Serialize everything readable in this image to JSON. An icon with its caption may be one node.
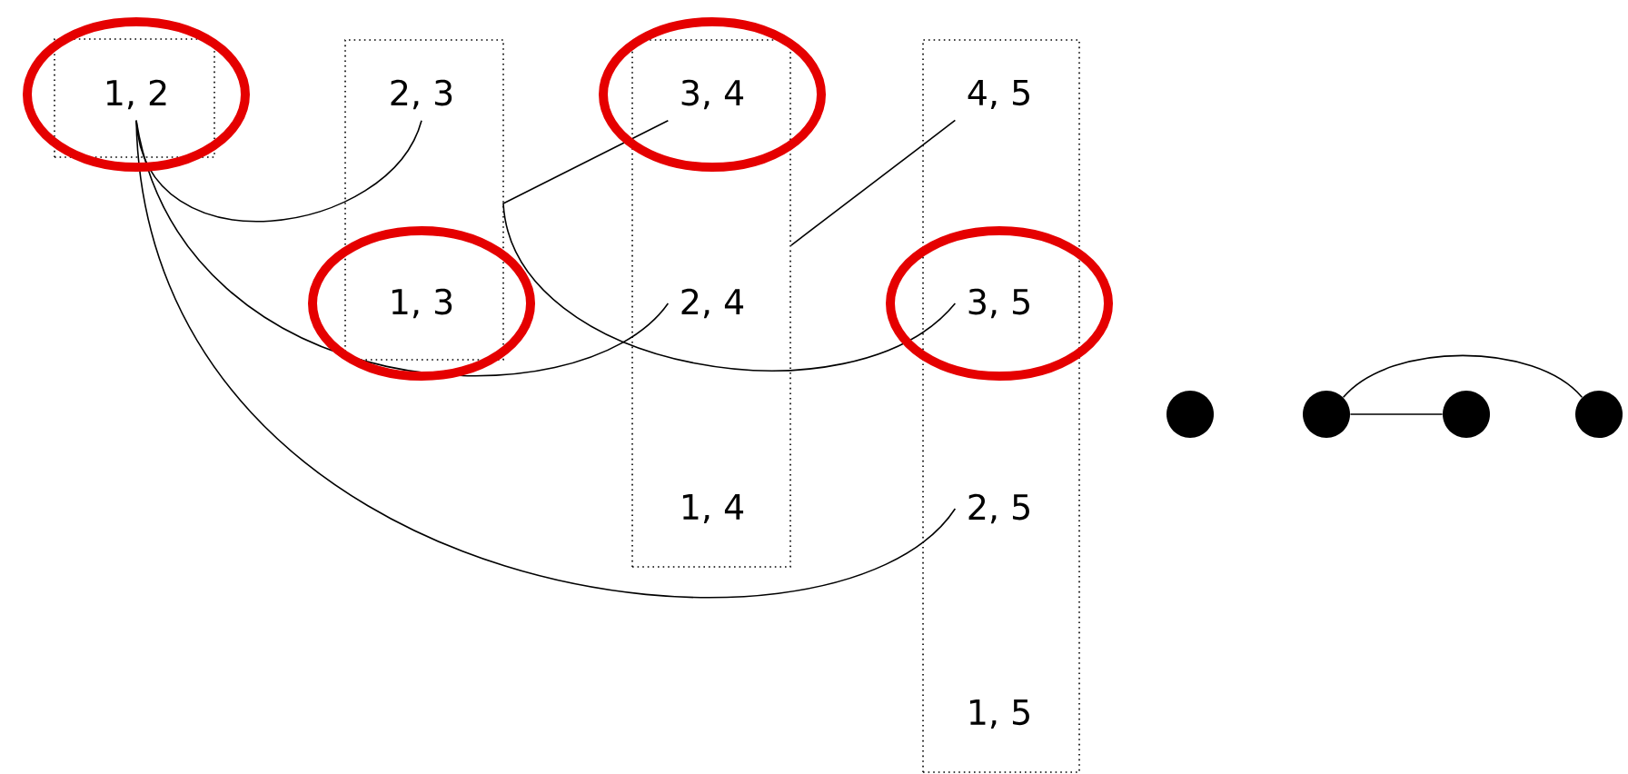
{
  "diagram": {
    "nodes": [
      {
        "text": [],
        "shape": "box"
      },
      {
        "text": [
          "1, 2"
        ],
        "in": 0
      },
      {
        "text": [],
        "shape": "box"
      },
      {
        "text": [
          "2, 3"
        ],
        "in": 2
      },
      {
        "text": [
          "1, 3"
        ],
        "in": 2
      },
      {
        "text": [],
        "shape": "box"
      },
      {
        "text": [
          "3, 4"
        ],
        "in": 5
      },
      {
        "text": [
          "2, 4"
        ],
        "in": 5
      },
      {
        "text": [
          "1, 4"
        ],
        "in": 5
      },
      {
        "text": [],
        "shape": "box"
      },
      {
        "text": [
          "4, 5"
        ],
        "in": 9
      },
      {
        "text": [
          "3, 5"
        ],
        "in": 9
      },
      {
        "text": [
          "2, 5"
        ],
        "in": 9
      },
      {
        "text": [
          "1, 5"
        ],
        "in": 9
      },
      {
        "text": [],
        "shape": "circle"
      },
      {
        "text": [],
        "shape": "circle"
      },
      {
        "text": [],
        "shape": "circle"
      },
      {
        "text": [],
        "shape": "circle"
      }
    ],
    "edges": [
      {
        "from": 1,
        "to": 3,
        "arrow": "none"
      },
      {
        "from": 1,
        "to": 7,
        "arrow": "none"
      },
      {
        "from": 1,
        "to": 12,
        "arrow": "none"
      },
      {
        "from": 6,
        "to": 11,
        "arrow": "none"
      },
      {
        "from": 10,
        "to": 5,
        "arrow": "none"
      },
      {
        "from": 15,
        "to": 16,
        "arrow": "none"
      },
      {
        "from": 15,
        "to": 17,
        "arrow": "none"
      }
    ]
  }
}
